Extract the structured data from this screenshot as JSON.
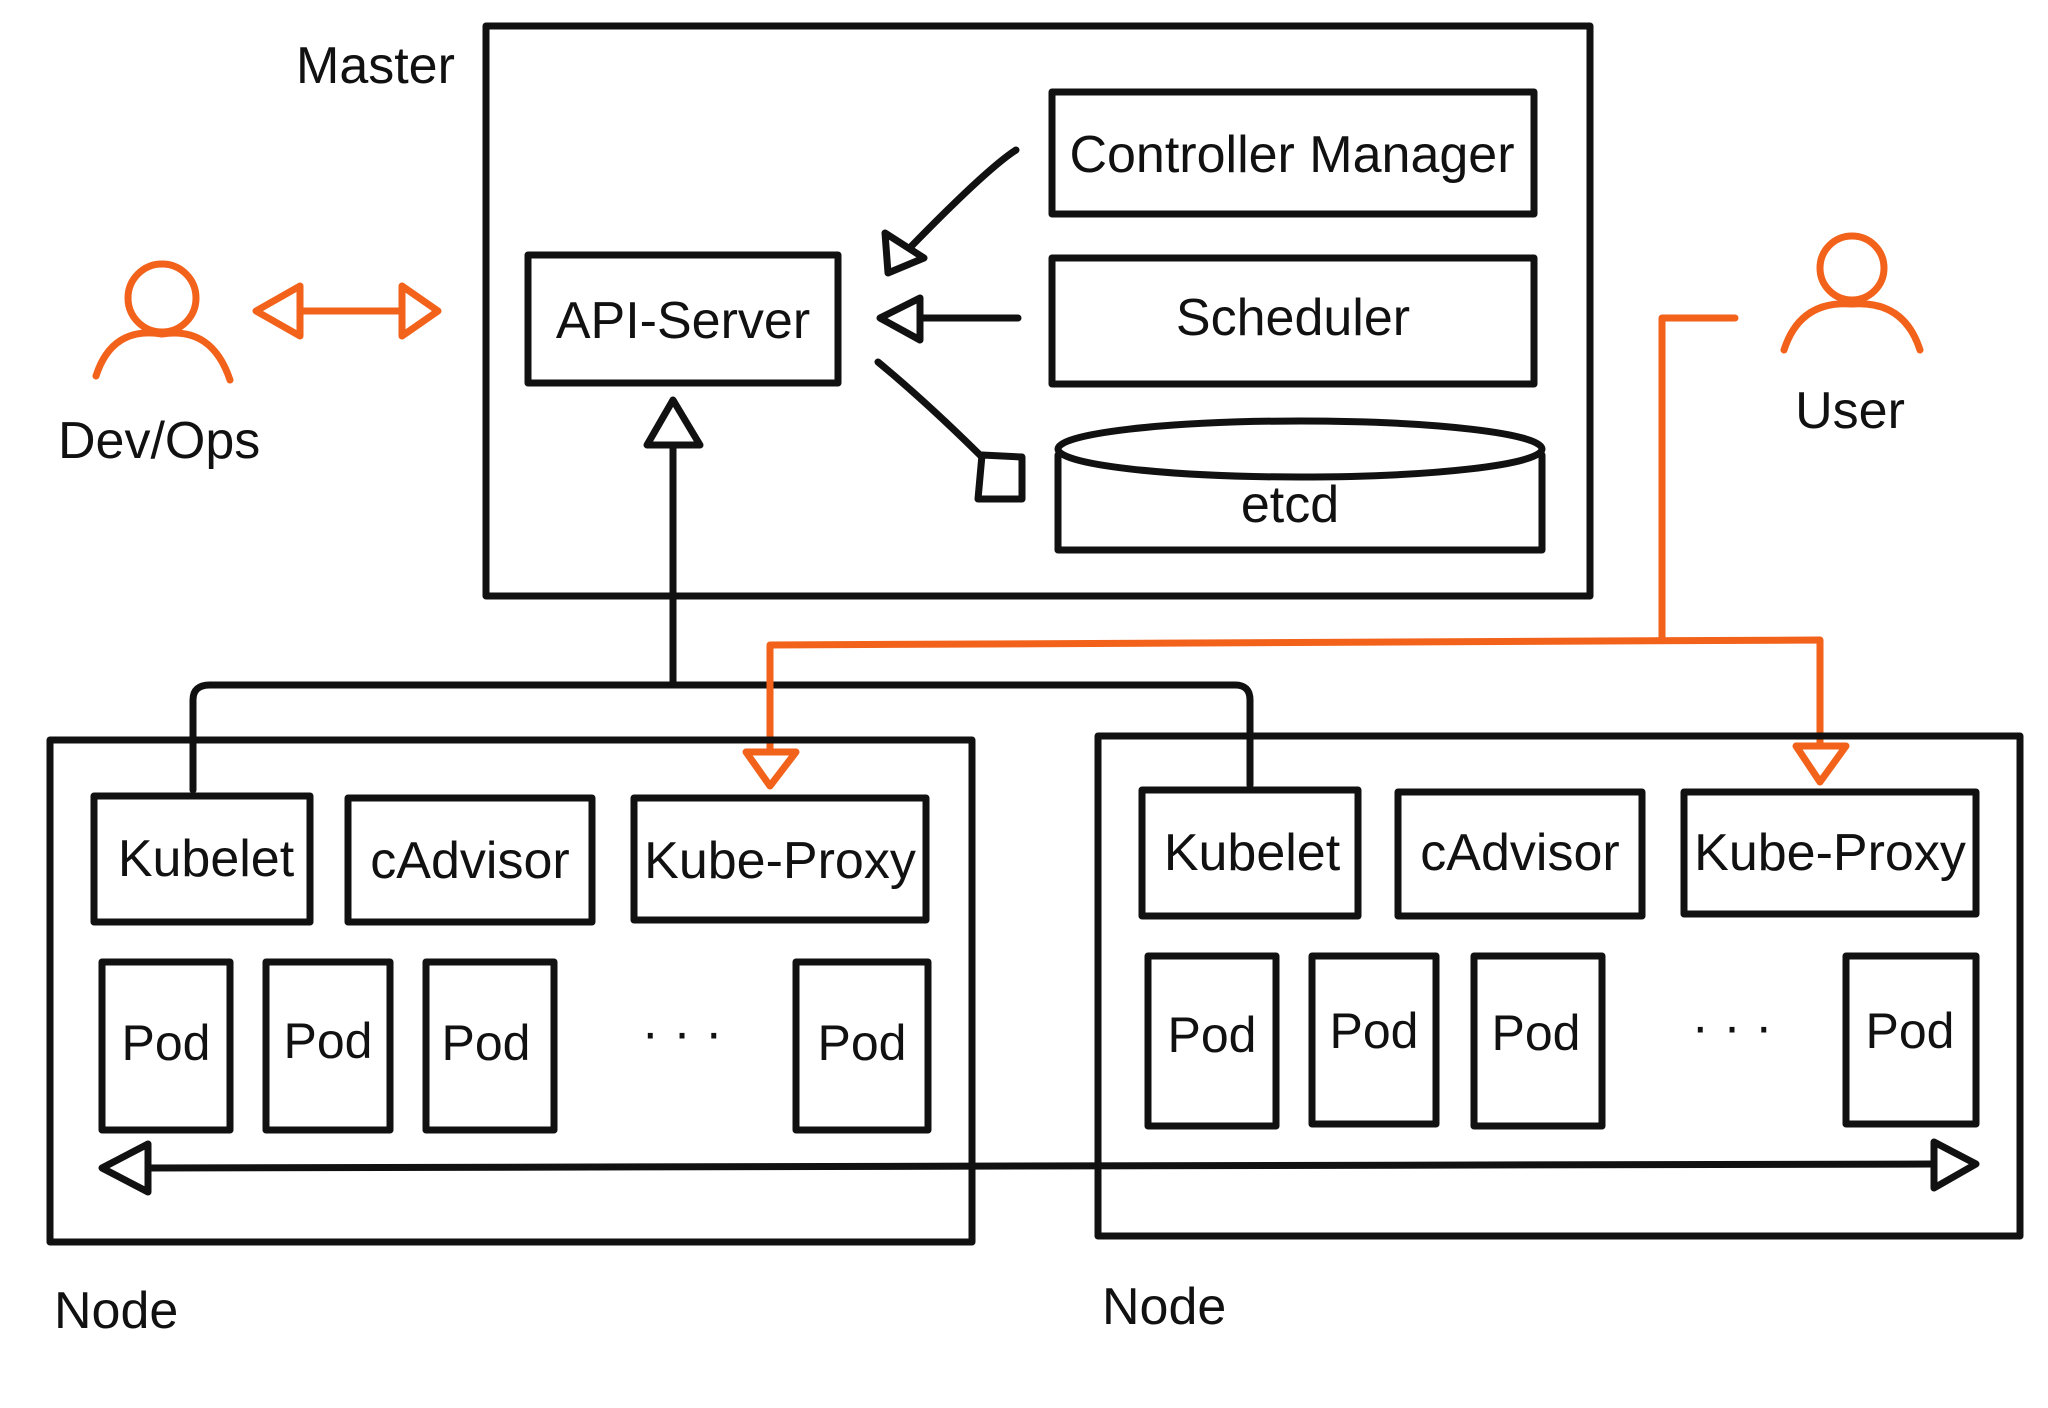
{
  "colors": {
    "line": "#111111",
    "accent": "#f2621a",
    "background": "#ffffff"
  },
  "labels": {
    "master": "Master",
    "api_server": "API-Server",
    "controller_manager": "Controller Manager",
    "scheduler": "Scheduler",
    "etcd": "etcd",
    "dev_ops": "Dev/Ops",
    "user": "User"
  },
  "nodes": [
    {
      "label": "Node",
      "components": [
        "Kubelet",
        "cAdvisor",
        "Kube-Proxy"
      ],
      "pods": [
        "Pod",
        "Pod",
        "Pod",
        "Pod"
      ],
      "ellipsis": "· · ·"
    },
    {
      "label": "Node",
      "components": [
        "Kubelet",
        "cAdvisor",
        "Kube-Proxy"
      ],
      "pods": [
        "Pod",
        "Pod",
        "Pod",
        "Pod"
      ],
      "ellipsis": "· · ·"
    }
  ],
  "icons": {
    "dev_ops": "person-icon",
    "user": "person-icon"
  }
}
